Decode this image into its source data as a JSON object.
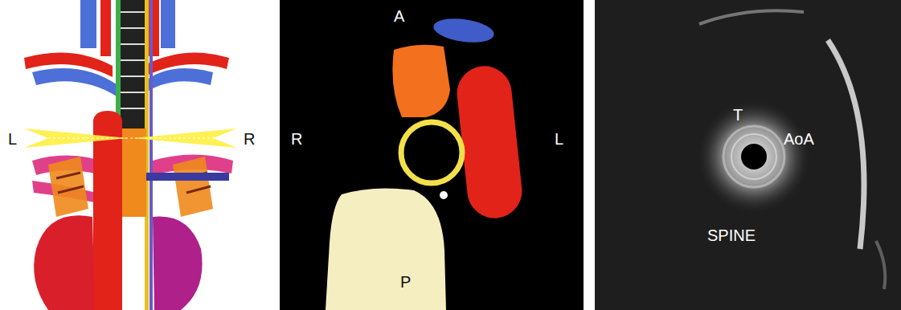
{
  "diagram": {
    "nodes": [
      {
        "text": [
          "P"
        ]
      }
    ],
    "labels": [
      "L",
      "R",
      "A",
      "R",
      "L",
      "T",
      "AoA",
      "SPINE"
    ]
  }
}
